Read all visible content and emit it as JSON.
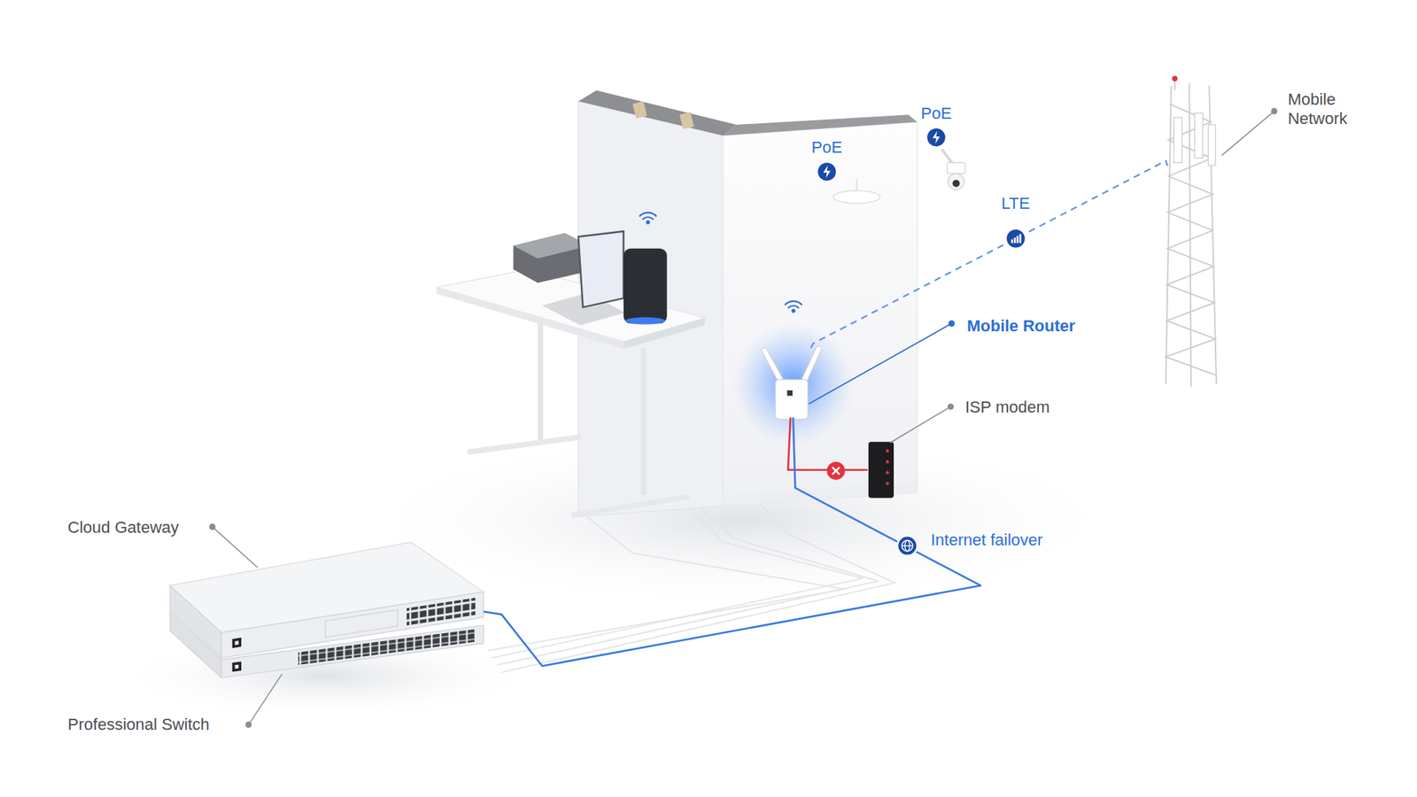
{
  "diagram": {
    "nodes": [
      {
        "text": [
          "Mobile Network"
        ]
      },
      {
        "text": [
          "Mobile Router"
        ]
      },
      {
        "text": [
          "ISP modem"
        ]
      },
      {
        "text": [
          "Cloud Gateway"
        ]
      },
      {
        "text": [
          "Professional Switch"
        ]
      }
    ],
    "edges": [
      {
        "from": 1,
        "to": 0,
        "arrow": "none",
        "label": "LTE"
      },
      {
        "from": 1,
        "to": 2,
        "arrow": "none"
      },
      {
        "from": 1,
        "to": 3,
        "arrow": "none",
        "label": "Internet failover"
      }
    ],
    "labels": [
      "PoE",
      "PoE"
    ]
  }
}
